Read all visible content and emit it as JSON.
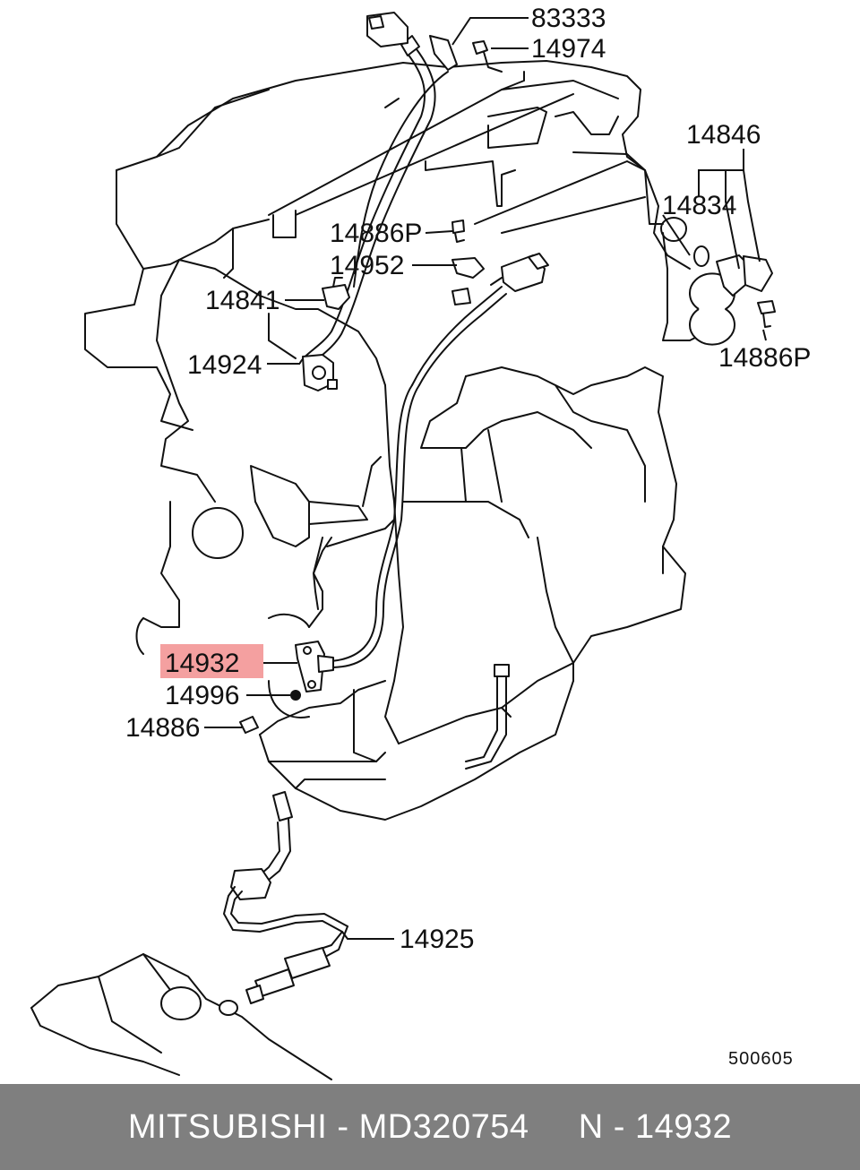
{
  "diagram": {
    "highlighted_part": "14932",
    "highlight_color": "#f4a0a0",
    "drawing_code": "500605",
    "labels": {
      "p83333": "83333",
      "p14974": "14974",
      "p14846": "14846",
      "p14834": "14834",
      "p14886P_top": "14886P",
      "p14952": "14952",
      "p14841": "14841",
      "p14924": "14924",
      "p14886P_right": "14886P",
      "p14932": "14932",
      "p14996": "14996",
      "p14886": "14886",
      "p14925": "14925"
    }
  },
  "footer": {
    "text": "MITSUBISHI - MD320754     N - 14932",
    "background": "#7f7f7f"
  }
}
